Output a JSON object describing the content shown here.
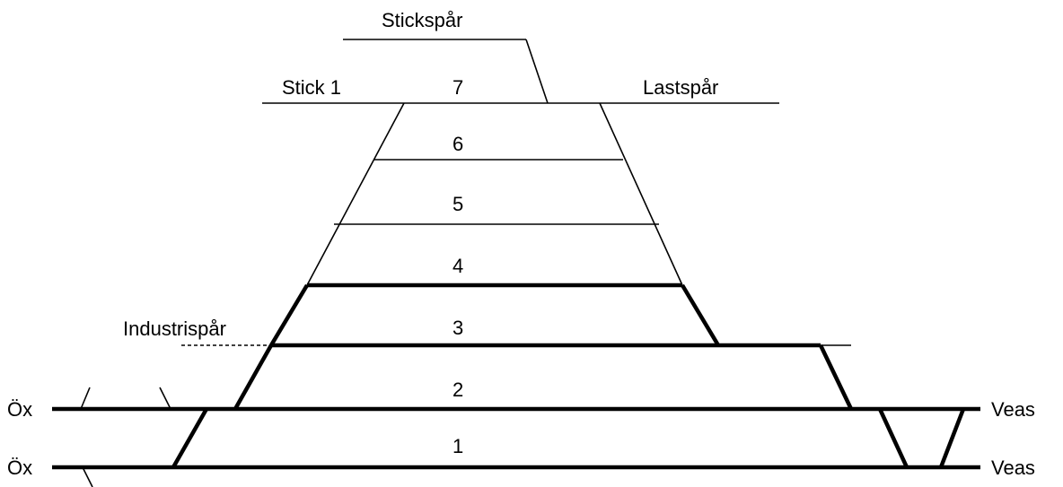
{
  "track_labels": {
    "stickspar": "Stickspår",
    "stick1": "Stick 1",
    "lastspar": "Lastspår",
    "industrispar": "Industrispår",
    "ox_upper": "Öx",
    "ox_lower": "Öx",
    "veas_upper": "Veas",
    "veas_lower": "Veas"
  },
  "track_numbers": [
    "1",
    "2",
    "3",
    "4",
    "5",
    "6",
    "7"
  ],
  "colors": {
    "line": "#000000",
    "background": "#ffffff"
  }
}
